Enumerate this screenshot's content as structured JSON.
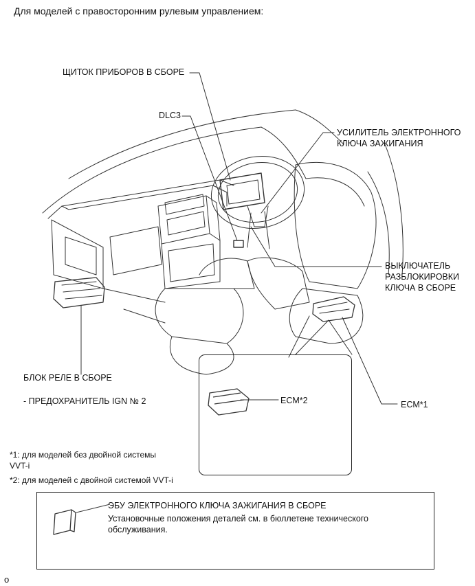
{
  "header": {
    "title": "Для моделей с правосторонним рулевым управлением:"
  },
  "labels": {
    "instrument_cluster": "ЩИТОК ПРИБОРОВ В СБОРЕ",
    "dlc3": "DLC3",
    "key_amplifier_line1": "УСИЛИТЕЛЬ ЭЛЕКТРОННОГО",
    "key_amplifier_line2": "КЛЮЧА ЗАЖИГАНИЯ",
    "unlock_switch_line1": "ВЫКЛЮЧАТЕЛЬ",
    "unlock_switch_line2": "РАЗБЛОКИРОВКИ",
    "unlock_switch_line3": "КЛЮЧА В СБОРЕ",
    "relay_block": "БЛОК РЕЛЕ В СБОРЕ",
    "fuse_ign": "- ПРЕДОХРАНИТЕЛЬ IGN № 2",
    "ecm1": "ECM*1",
    "ecm2": "ECM*2"
  },
  "footnotes": {
    "note1_line1": "*1: для моделей без двойной системы",
    "note1_line2": "VVT-i",
    "note2": "*2: для моделей с двойной системой VVT-i"
  },
  "callout": {
    "title": "ЭБУ ЭЛЕКТРОННОГО КЛЮЧА ЗАЖИГАНИЯ В СБОРЕ",
    "text_line1": "Установочные положения деталей см. в бюллетене технического",
    "text_line2": "обслуживания."
  },
  "page_marker": "o"
}
